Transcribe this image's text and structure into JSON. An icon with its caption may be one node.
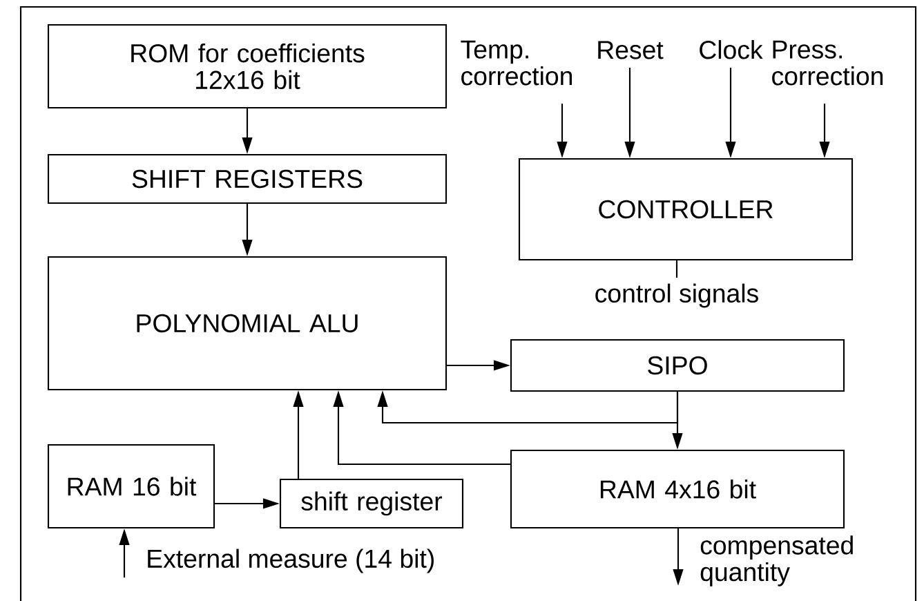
{
  "diagram": {
    "nodes": [
      {
        "text": [
          "ROM for coefficients 12x16 bit"
        ]
      },
      {
        "text": [
          "SHIFT REGISTERS"
        ]
      },
      {
        "text": [
          "POLYNOMIAL ALU"
        ]
      },
      {
        "text": [
          "CONTROLLER"
        ]
      },
      {
        "text": [
          "SIPO"
        ]
      },
      {
        "text": [
          "RAM 16 bit"
        ]
      },
      {
        "text": [
          "shift register"
        ]
      },
      {
        "text": [
          "RAM 4x16 bit"
        ]
      },
      {
        "text": [
          "Temp. correction"
        ]
      },
      {
        "text": [
          "Reset"
        ]
      },
      {
        "text": [
          "Clock"
        ]
      },
      {
        "text": [
          "Press. correction"
        ]
      }
    ],
    "edges": [
      {
        "from": 0,
        "to": 1,
        "arrow": "to"
      },
      {
        "from": 1,
        "to": 2,
        "arrow": "to"
      },
      {
        "from": 8,
        "to": 3,
        "arrow": "to"
      },
      {
        "from": 9,
        "to": 3,
        "arrow": "to"
      },
      {
        "from": 10,
        "to": 3,
        "arrow": "to"
      },
      {
        "from": 11,
        "to": 3,
        "arrow": "to"
      },
      {
        "from": 2,
        "to": 4,
        "arrow": "to"
      },
      {
        "from": 4,
        "to": 7,
        "arrow": "to"
      },
      {
        "from": 4,
        "to": 2,
        "arrow": "to"
      },
      {
        "from": 7,
        "to": 2,
        "arrow": "to"
      },
      {
        "from": 6,
        "to": 2,
        "arrow": "to"
      },
      {
        "from": 5,
        "to": 6,
        "arrow": "to"
      },
      {
        "from": null,
        "to": 5,
        "arrow": "to",
        "label": "External measure (14 bit)"
      },
      {
        "from": 3,
        "to": null,
        "arrow": "none",
        "label": "control signals"
      },
      {
        "from": 7,
        "to": null,
        "arrow": "to",
        "label": "compensated quantity"
      }
    ]
  }
}
